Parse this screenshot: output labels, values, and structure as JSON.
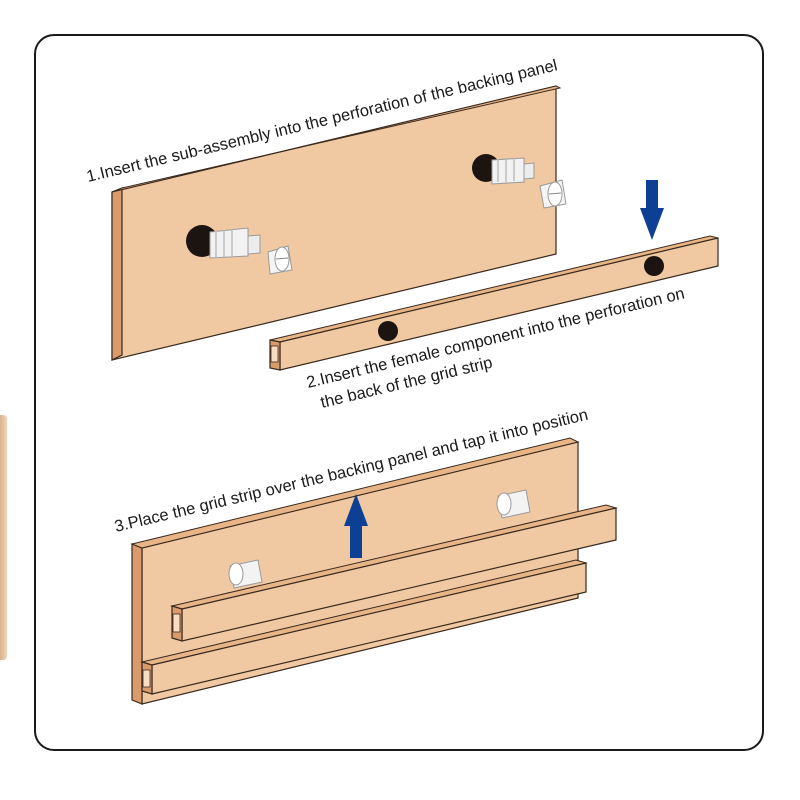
{
  "steps": [
    {
      "text": "1.Insert the sub-assembly into the perforation of the backing panel"
    },
    {
      "line1": "2.Insert the female component into the perforation on",
      "line2": "the back of the grid strip"
    },
    {
      "text": "3.Place the grid strip over the backing panel and tap it into position"
    }
  ],
  "colors": {
    "wood_face": "#f0c9a2",
    "wood_edge": "#d99a6c",
    "arrow": "#0d3f94",
    "plastic": "#f2f2f2",
    "hole": "#1c1410"
  },
  "icons": [
    "arrow-down-icon",
    "arrow-up-icon"
  ]
}
